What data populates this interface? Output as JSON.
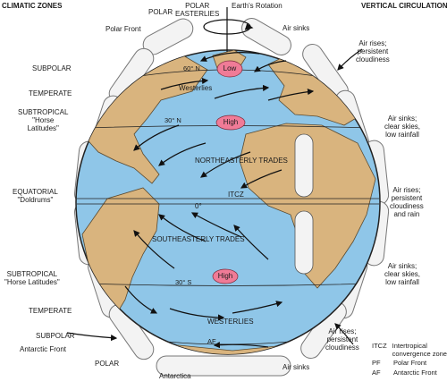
{
  "headers": {
    "climatic_zones": "CLIMATIC ZONES",
    "vertical_circulation": "VERTICAL CIRCULATION"
  },
  "left_zones": {
    "polar_top": "POLAR",
    "polar_front": "Polar Front",
    "subpolar_top": "SUBPOLAR",
    "temperate_top": "TEMPERATE",
    "subtropical_top": "SUBTROPICAL\n\"Horse\nLatitudes\"",
    "equatorial": "EQUATORIAL\n\"Doldrums\"",
    "subtropical_bottom": "SUBTROPICAL\n\"Horse Latitudes\"",
    "temperate_bottom": "TEMPERATE",
    "subpolar_bottom": "SUBPOLAR",
    "antarctic_front": "Antarctic Front",
    "polar_bottom": "POLAR",
    "antarctica": "Antarctica"
  },
  "globe_labels": {
    "polar_easterlies": "POLAR\nEASTERLIES",
    "earths_rotation": "Earth's Rotation",
    "lat_60n": "60° N",
    "low": "Low",
    "westerlies_top": "Westerlies",
    "lat_30n": "30° N",
    "high_top": "High",
    "ne_trades": "NORTHEASTERLY TRADES",
    "itcz": "ITCZ",
    "equator": "0°",
    "se_trades": "SOUTHEASTERLY TRADES",
    "high_bottom": "High",
    "lat_30s": "30° S",
    "westerlies_bottom": "WESTERLIES",
    "af": "AF"
  },
  "right_labels": {
    "air_sinks_top": "Air sinks",
    "air_rises_top": "Air rises;\npersistent\ncloudiness",
    "air_sinks_mid": "Air sinks;\nclear skies,\nlow rainfall",
    "air_rises_mid": "Air rises;\npersistent\ncloudiness\nand rain",
    "air_sinks_low": "Air sinks;\nclear skies,\nlow rainfall",
    "air_rises_bottom": "Air rises;\npersistent\ncloudiness",
    "air_sinks_bottom": "Air sinks"
  },
  "legend": [
    {
      "abbr": "ITCZ",
      "desc": "Intertropical\nconvergence zone"
    },
    {
      "abbr": "PF",
      "desc": "Polar Front"
    },
    {
      "abbr": "AF",
      "desc": "Antarctic Front"
    }
  ],
  "colors": {
    "ocean": "#8fc6e8",
    "land": "#d9b47e",
    "cell": "#f3f3f3",
    "pressure": "#f07b97"
  }
}
